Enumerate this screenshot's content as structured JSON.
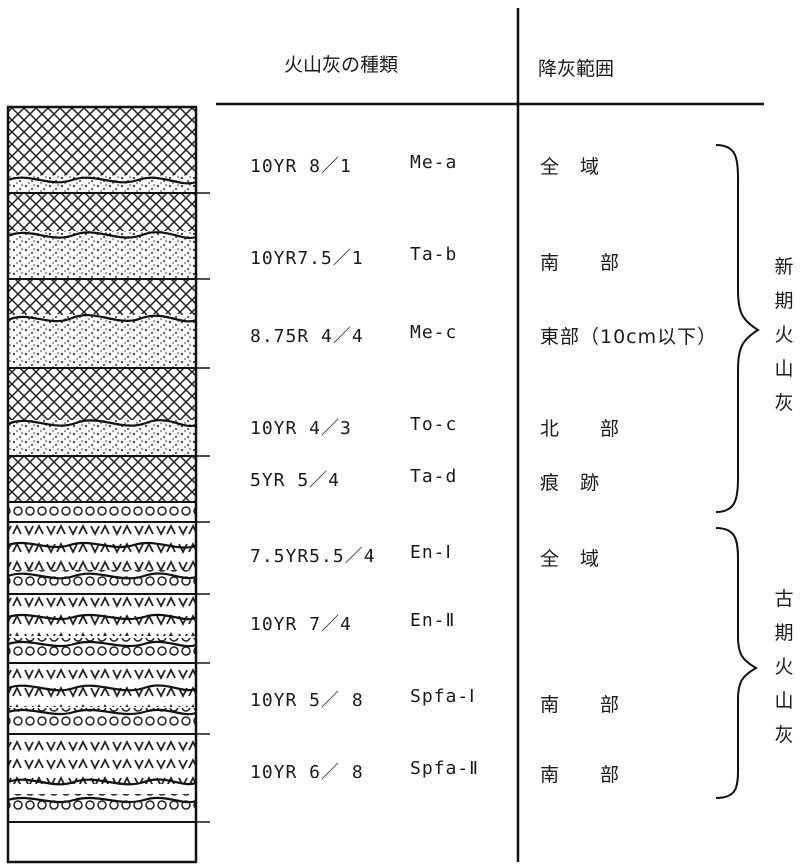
{
  "header": {
    "type_label": "火山灰の種類",
    "range_label": "降灰範囲"
  },
  "rows": [
    {
      "color": "10YR  8／1",
      "code": "Me-a",
      "range": "全　域"
    },
    {
      "color": "10YR7.5／1",
      "code": "Ta-b",
      "range": "南　　部"
    },
    {
      "color": "8.75R  4／4",
      "code": "Me-c",
      "range": "東部（10cm以下）"
    },
    {
      "color": "10YR  4／3",
      "code": "To-c",
      "range": "北　　部"
    },
    {
      "color": "5YR   5／4",
      "code": "Ta-d",
      "range": "痕　跡"
    },
    {
      "color": "7.5YR5.5／4",
      "code": "En-Ⅰ",
      "range": "全　域"
    },
    {
      "color": "10YR  7／4",
      "code": "En-Ⅱ",
      "range": ""
    },
    {
      "color": "10YR 5／ 8",
      "code": "Spfa-Ⅰ",
      "range": "南　　部"
    },
    {
      "color": "10YR 6／ 8",
      "code": "Spfa-Ⅱ",
      "range": "南　　部"
    }
  ],
  "groups": {
    "new": "新期火山灰",
    "old": "古期火山灰"
  }
}
